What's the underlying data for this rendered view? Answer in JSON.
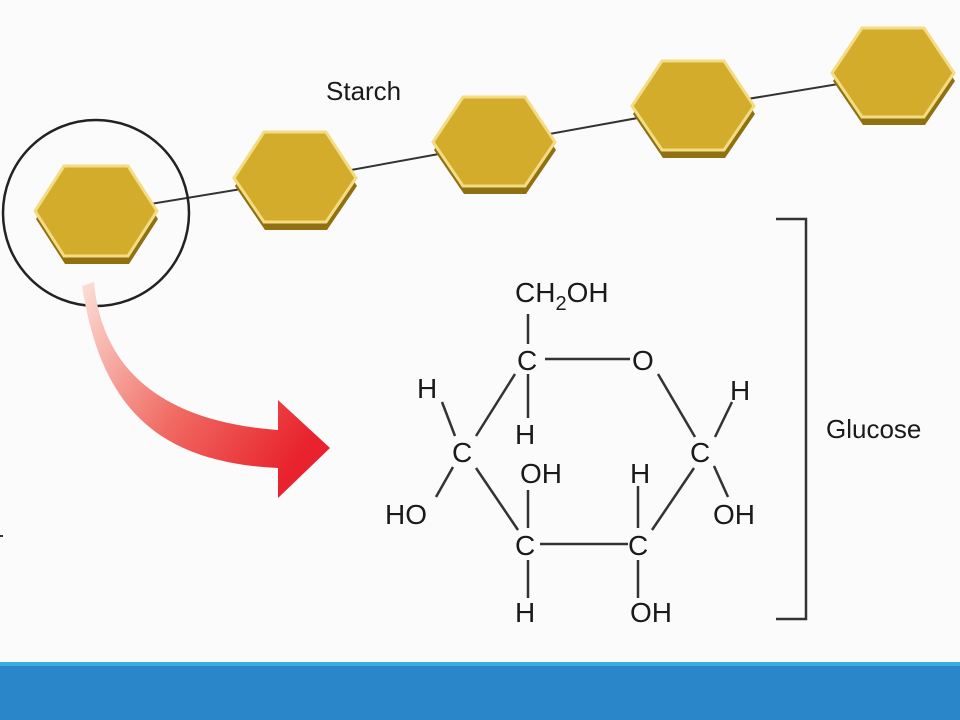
{
  "labels": {
    "starch": "Starch",
    "glucose": "Glucose"
  },
  "structure": {
    "ch2oh_main": "CH",
    "ch2oh_sub": "2",
    "ch2oh_tail": "OH",
    "c5": "C",
    "o_ring": "O",
    "h_c5": "H",
    "h_c4_top": "H",
    "c4": "C",
    "ho_c4": "HO",
    "oh_c3": "OH",
    "c3": "C",
    "h_c3": "H",
    "h_c2": "H",
    "c2": "C",
    "oh_c2": "OH",
    "h_c1": "H",
    "c1": "C",
    "oh_c1": "OH"
  },
  "colors": {
    "hexagon_fill": "#d4ac2b",
    "hexagon_edge": "#f3dc84",
    "hexagon_shadow": "#8f7112",
    "arrow_red": "#e8232d",
    "arrow_fade": "#f7c6bd",
    "footer_blue": "#2a86c8",
    "footer_stripe": "#35aee0"
  }
}
